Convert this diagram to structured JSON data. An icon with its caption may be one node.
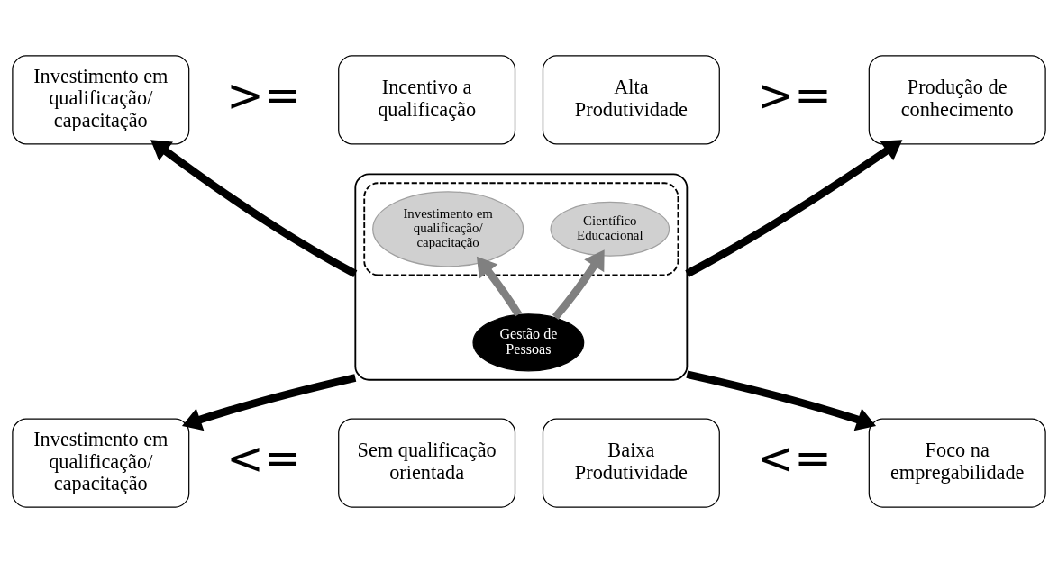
{
  "diagram": {
    "nodes": [
      {
        "text": [
          "Investimento em qualificação/ capacitação"
        ]
      },
      {
        "text": [
          "Incentivo a qualificação"
        ]
      },
      {
        "text": [
          "Alta Produtividade"
        ]
      },
      {
        "text": [
          "Produção de conhecimento"
        ]
      },
      {
        "text": [],
        "shape": "box"
      },
      {
        "text": [],
        "shape": "oval",
        "in": 4
      },
      {
        "text": [
          "Investimento em qualificação/ capacitação"
        ],
        "in": 5
      },
      {
        "text": [
          "Científico Educacional"
        ],
        "in": 5
      },
      {
        "text": [
          "Gestão de Pessoas"
        ],
        "in": 4
      },
      {
        "text": [
          "Investimento em qualificação/ capacitação"
        ]
      },
      {
        "text": [
          "Sem qualificação orientada"
        ]
      },
      {
        "text": [
          "Baixa Produtividade"
        ]
      },
      {
        "text": [
          "Foco na empregabilidade"
        ]
      }
    ],
    "edges": [
      {
        "from": 4,
        "to": 0,
        "arrow": "to"
      },
      {
        "from": 4,
        "to": 3,
        "arrow": "to"
      },
      {
        "from": 4,
        "to": 9,
        "arrow": "to"
      },
      {
        "from": 4,
        "to": 12,
        "arrow": "to"
      },
      {
        "from": 8,
        "to": 6,
        "arrow": "to",
        "color": "#808080"
      },
      {
        "from": 8,
        "to": 7,
        "arrow": "to",
        "color": "#808080"
      }
    ],
    "labels": [
      ">=",
      ">=",
      "<=",
      "<="
    ]
  }
}
